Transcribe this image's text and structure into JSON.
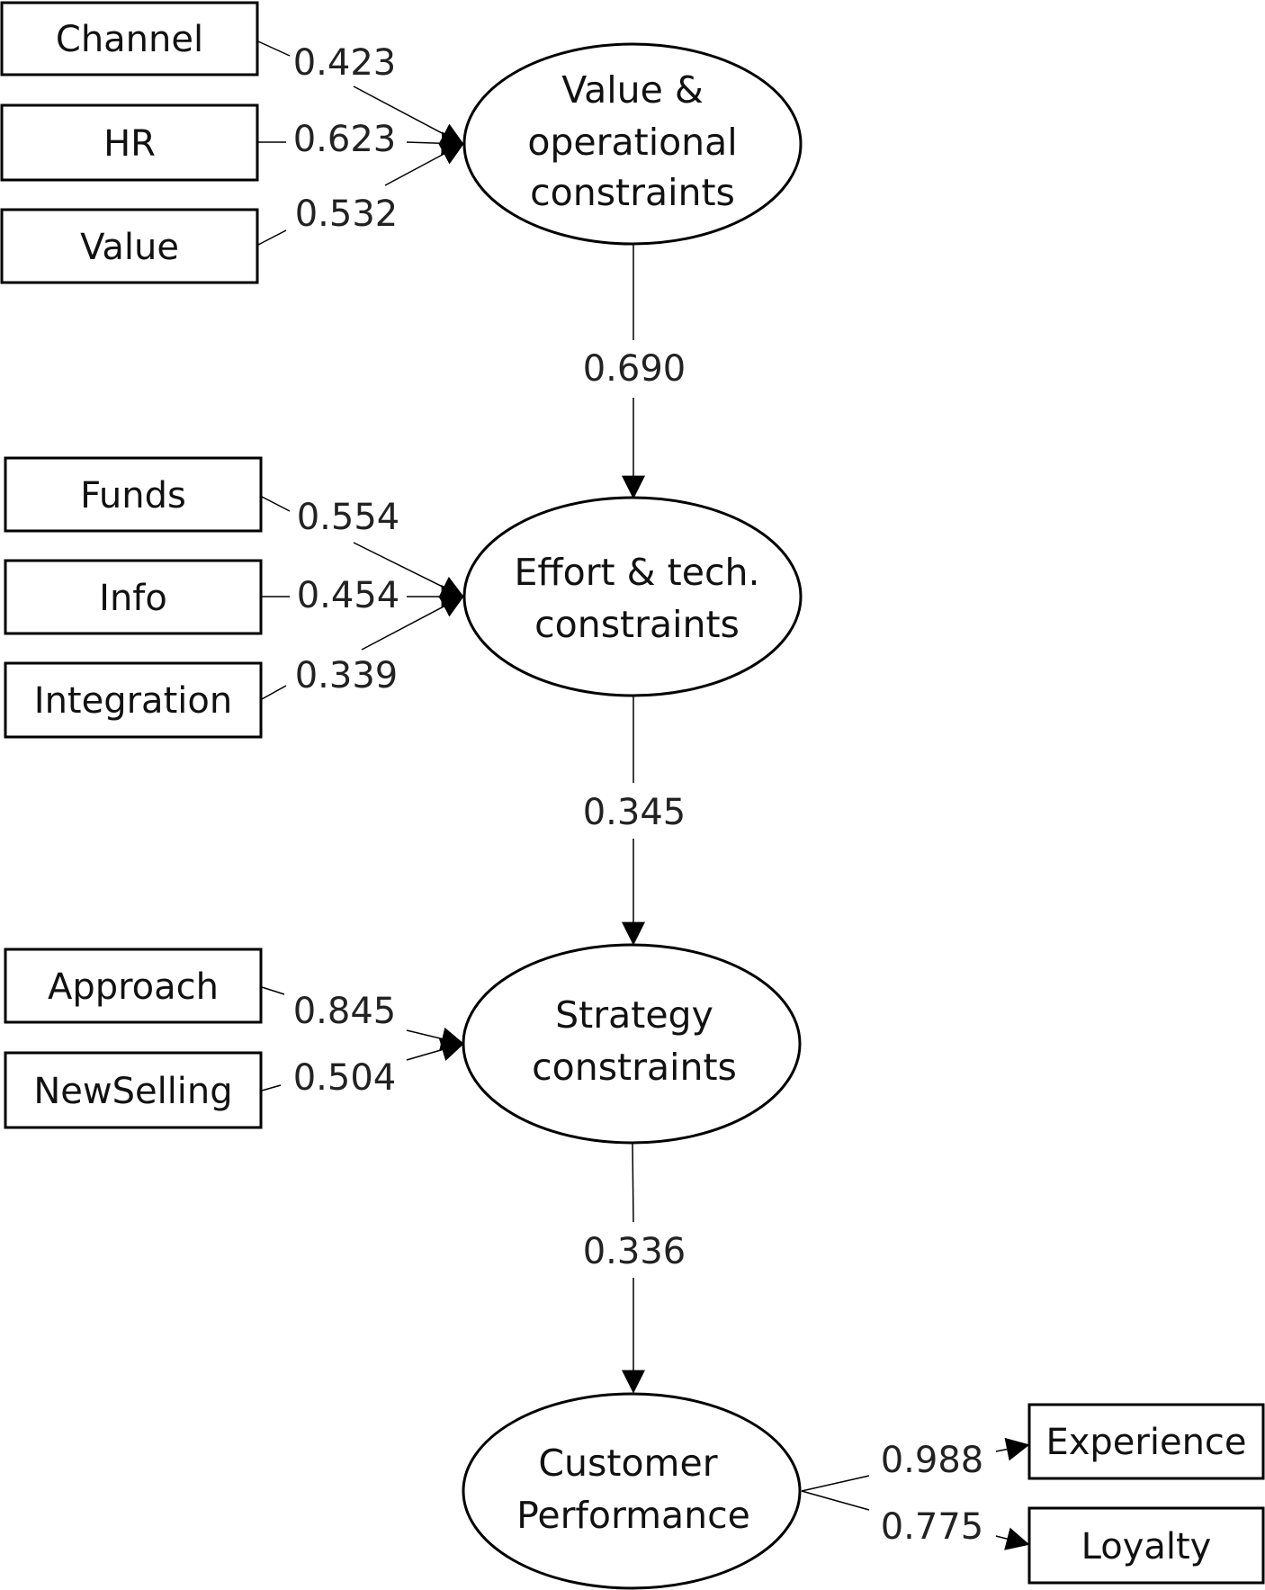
{
  "latent_nodes": {
    "value_operational": {
      "lines": [
        "Value &",
        "operational",
        "constraints"
      ]
    },
    "effort_tech": {
      "lines": [
        "Effort & tech.",
        "constraints"
      ]
    },
    "strategy": {
      "lines": [
        "Strategy",
        "constraints"
      ]
    },
    "customer_performance": {
      "lines": [
        "Customer",
        "Performance"
      ]
    }
  },
  "indicators": {
    "channel": "Channel",
    "hr": "HR",
    "value": "Value",
    "funds": "Funds",
    "info": "Info",
    "integration": "Integration",
    "approach": "Approach",
    "newselling": "NewSelling",
    "experience": "Experience",
    "loyalty": "Loyalty"
  },
  "weights": {
    "channel": "0.423",
    "hr": "0.623",
    "value": "0.532",
    "funds": "0.554",
    "info": "0.454",
    "integration": "0.339",
    "approach": "0.845",
    "newselling": "0.504",
    "experience": "0.988",
    "loyalty": "0.775"
  },
  "paths": {
    "value_to_effort": "0.690",
    "effort_to_strategy": "0.345",
    "strategy_to_performance": "0.336"
  }
}
